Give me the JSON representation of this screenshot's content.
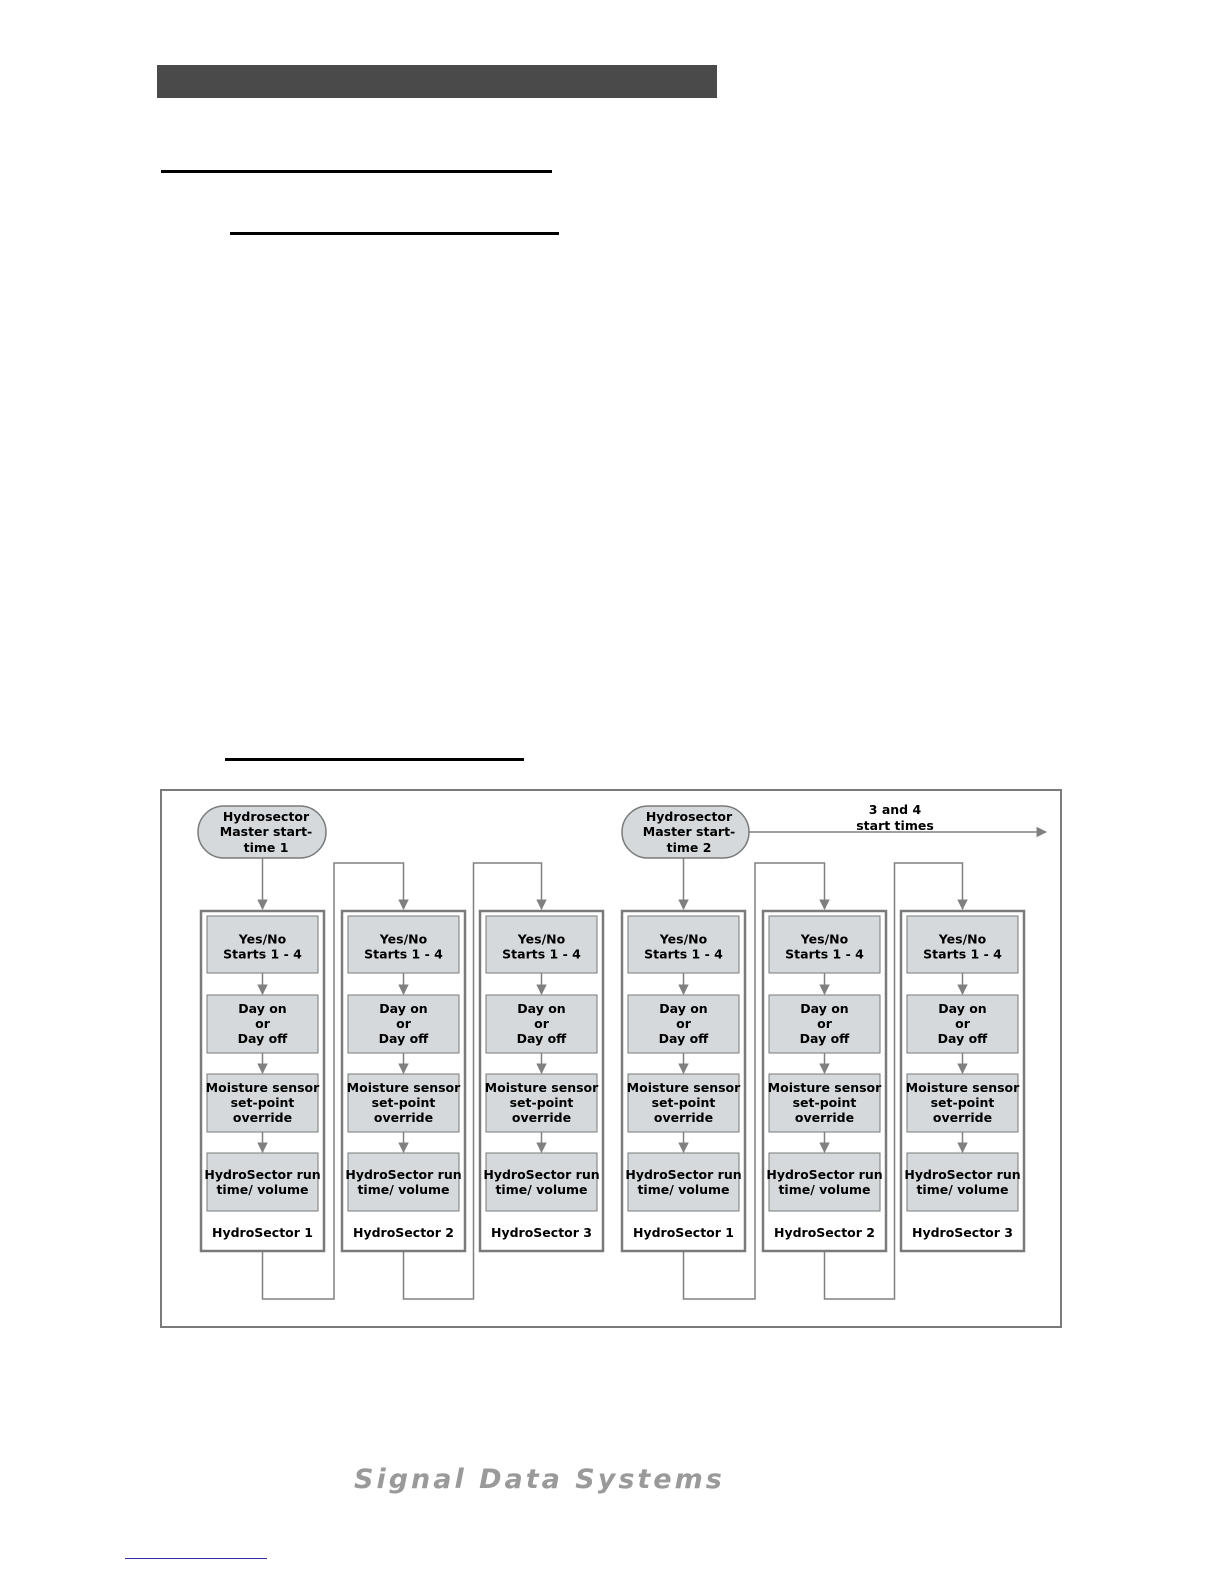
{
  "diagram": {
    "master1": {
      "lines": [
        "Hydrosector",
        "Master start-",
        "time 1"
      ]
    },
    "master2": {
      "lines": [
        "Hydrosector",
        "Master start-",
        "time 2"
      ]
    },
    "more_starts": {
      "lines": [
        "3 and 4",
        "start times"
      ]
    },
    "step_boxes": [
      {
        "lines": [
          "Yes/No",
          "Starts 1 - 4"
        ]
      },
      {
        "lines": [
          "Day on",
          "or",
          "Day off"
        ]
      },
      {
        "lines": [
          "Moisture sensor",
          "set-point",
          "override"
        ]
      },
      {
        "lines": [
          "HydroSector run",
          "time/ volume"
        ]
      }
    ],
    "sectors": [
      {
        "label": "HydroSector 1"
      },
      {
        "label": "HydroSector 2"
      },
      {
        "label": "HydroSector 3"
      },
      {
        "label": "HydroSector 1"
      },
      {
        "label": "HydroSector 2"
      },
      {
        "label": "HydroSector 3"
      }
    ],
    "colors": {
      "box_fill": "#d6d9db",
      "frame": "#7a7a7a",
      "line": "#808080",
      "header_bar": "#4a4a4a"
    }
  },
  "footer": {
    "brand": "Signal Data Systems"
  }
}
